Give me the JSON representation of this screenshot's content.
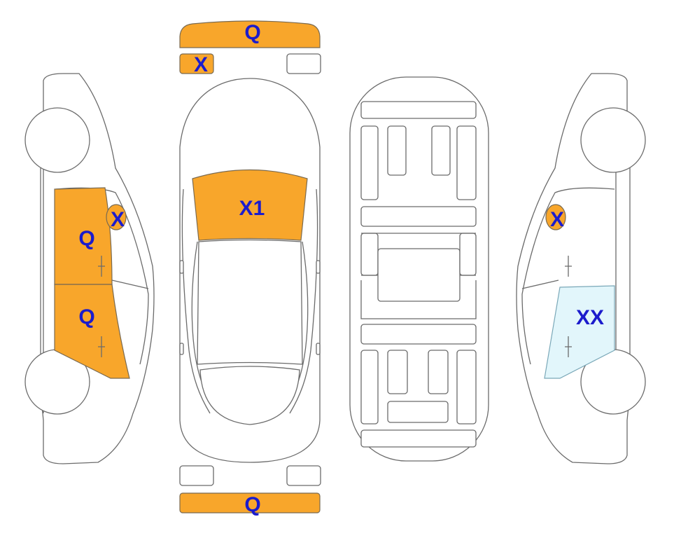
{
  "colors": {
    "damage": "#f8a62b",
    "repaired": "#e2f6fb",
    "code_text": "#1c1ccc",
    "outline": "#6b6b6b"
  },
  "labels": {
    "front_bumper": "Q",
    "left_headlight": "X",
    "windshield": "X1",
    "left_front_door": "Q",
    "left_mirror": "X",
    "left_rear_door": "Q",
    "right_mirror": "X",
    "right_rear_door": "XX",
    "rear_bumper": "Q"
  }
}
